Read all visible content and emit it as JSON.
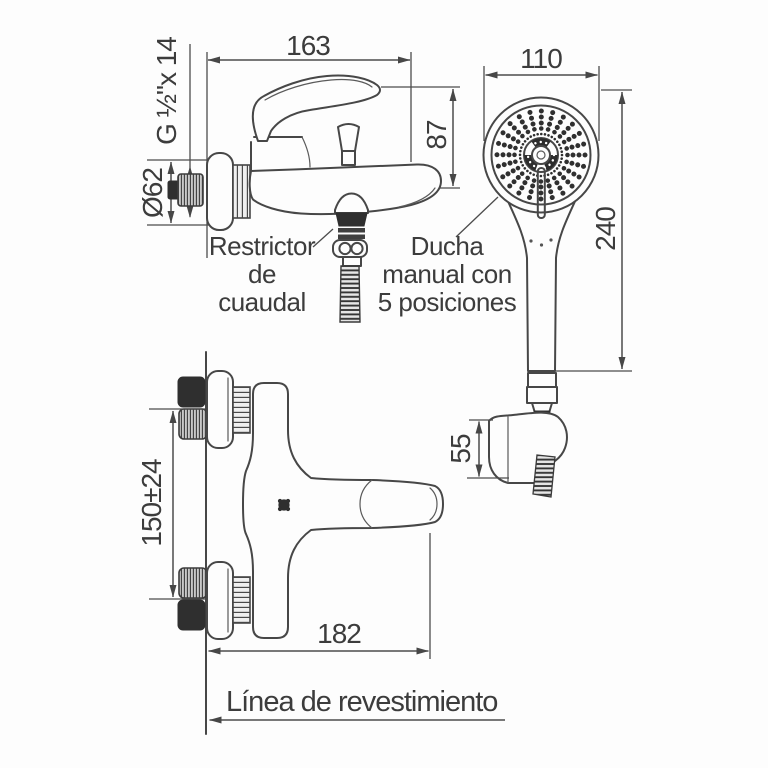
{
  "drawing_title": "bath-shower-mixer-spec-diagram",
  "colors": {
    "line": "#474747",
    "text": "#3c3c3c",
    "dark_fill": "#2f2f2f",
    "background": "#fdfdfd"
  },
  "dimensions": {
    "spout_reach": "163",
    "faucet_height": "87",
    "escutcheon_diameter": "Ø62",
    "inlet_thread": "G ½\"x 14",
    "shower_head_diameter": "110",
    "hand_shower_length": "240",
    "holder_height": "55",
    "inlet_centers": "150±24",
    "overall_width": "182"
  },
  "labels": {
    "restrictor": {
      "line1": "Restrictor",
      "line2": "de",
      "line3": "cuaudal"
    },
    "hand_shower": {
      "line1": "Ducha",
      "line2": "manual con",
      "line3": "5 posiciones"
    },
    "wall_line": "Línea de revestimiento"
  }
}
